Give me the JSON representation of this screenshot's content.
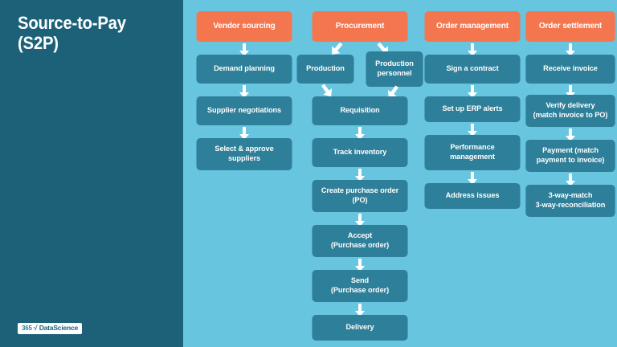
{
  "slide": {
    "title": "Source-to-Pay (S2P)",
    "background_color": "#68c5e0",
    "panel_color": "#1d6179",
    "node_color": "#2e7f99",
    "header_color": "#f4764f",
    "text_color": "#ffffff"
  },
  "brand": {
    "number": "365",
    "separator": "√",
    "word": "DataScience"
  },
  "columns": [
    {
      "id": "vendor-sourcing",
      "header": "Vendor sourcing",
      "nodes": [
        "Demand planning",
        "Supplier negotiations",
        "Select & approve suppliers"
      ]
    },
    {
      "id": "procurement",
      "header": "Procurement",
      "split": [
        "Production",
        "Production personnel"
      ],
      "nodes": [
        "Requisition",
        "Track inventory",
        "Create purchase order (PO)",
        "Accept (Purchase order)",
        "Send (Purchase order)",
        "Delivery"
      ]
    },
    {
      "id": "order-management",
      "header": "Order management",
      "nodes": [
        "Sign a contract",
        "Set up ERP alerts",
        "Performance management",
        "Address issues"
      ]
    },
    {
      "id": "order-settlement",
      "header": "Order settlement",
      "nodes": [
        "Receive invoice",
        "Verify delivery (match invoice to PO)",
        "Payment (match payment to invoice)",
        "3-way-match 3-way-reconciliation"
      ]
    }
  ],
  "node_lines": {
    "c1n0": [
      "Demand planning"
    ],
    "c1n1": [
      "Supplier negotiations"
    ],
    "c1n2": [
      "Select & approve",
      "suppliers"
    ],
    "c2s0": [
      "Production"
    ],
    "c2s1": [
      "Production",
      "personnel"
    ],
    "c2n0": [
      "Requisition"
    ],
    "c2n1": [
      "Track inventory"
    ],
    "c2n2": [
      "Create purchase order",
      "(PO)"
    ],
    "c2n3": [
      "Accept",
      "(Purchase order)"
    ],
    "c2n4": [
      "Send",
      "(Purchase order)"
    ],
    "c2n5": [
      "Delivery"
    ],
    "c3n0": [
      "Sign a contract"
    ],
    "c3n1": [
      "Set up ERP alerts"
    ],
    "c3n2": [
      "Performance",
      "management"
    ],
    "c3n3": [
      "Address issues"
    ],
    "c4n0": [
      "Receive invoice"
    ],
    "c4n1": [
      "Verify delivery",
      "(match invoice to PO)"
    ],
    "c4n2": [
      "Payment (match",
      "payment to invoice)"
    ],
    "c4n3": [
      "3-way-match",
      "3-way-reconciliation"
    ]
  },
  "headers": {
    "h1": "Vendor sourcing",
    "h2": "Procurement",
    "h3": "Order management",
    "h4": "Order settlement"
  }
}
